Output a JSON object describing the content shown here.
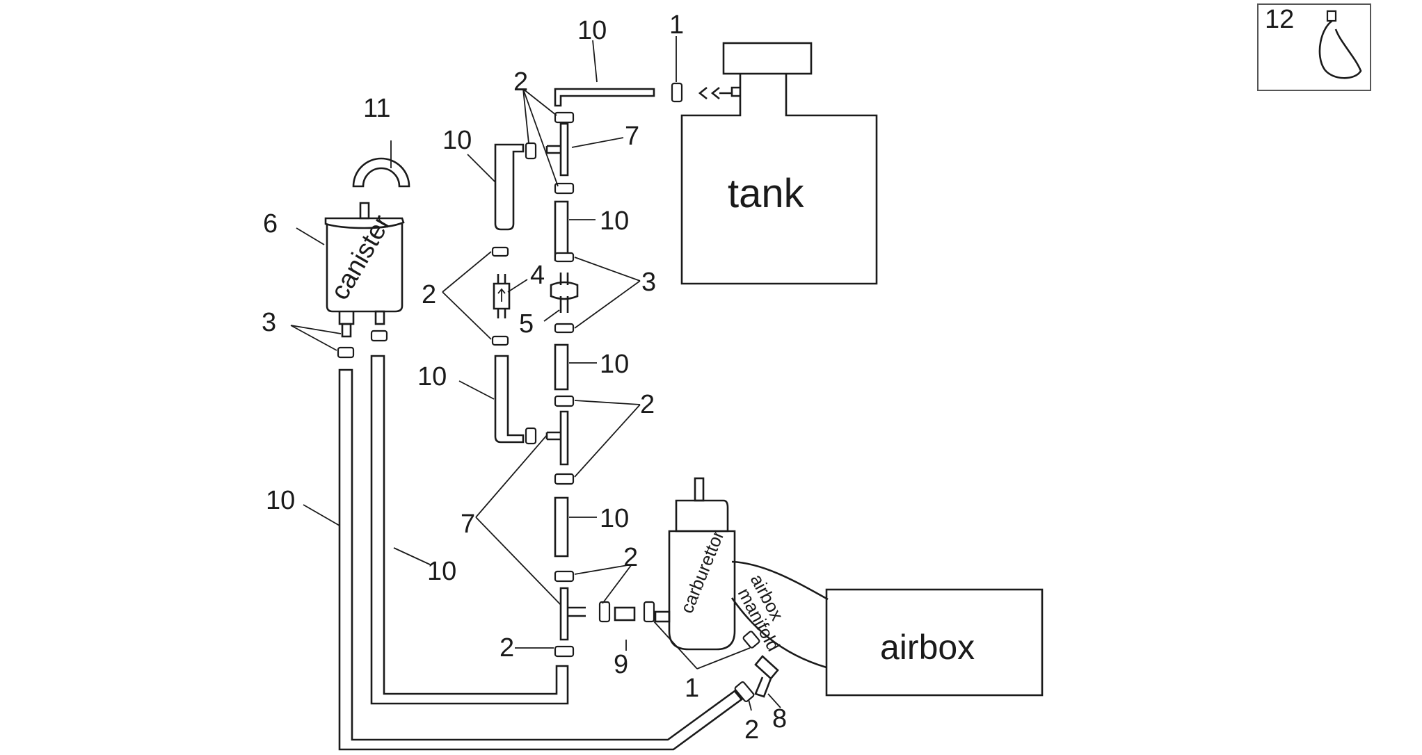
{
  "labels": {
    "tank": "tank",
    "airbox": "airbox",
    "canister": "canister",
    "carburettor": "carburettor",
    "airbox_manifold_line1": "airbox",
    "airbox_manifold_line2": "manifold"
  },
  "callouts": {
    "n1_top": "1",
    "n1_bottom": "1",
    "n2_top": "2",
    "n2_left": "2",
    "n2_mid": "2",
    "n2_lower": "2",
    "n2_bottom_left": "2",
    "n2_bottom_right": "2",
    "n3_left": "3",
    "n3_right": "3",
    "n4": "4",
    "n5": "5",
    "n6": "6",
    "n7_top": "7",
    "n7_bottom": "7",
    "n8": "8",
    "n9": "9",
    "n10_top": "10",
    "n10_left_upper": "10",
    "n10_center_1": "10",
    "n10_left_mid": "10",
    "n10_center_2": "10",
    "n10_center_3": "10",
    "n10_long_left": "10",
    "n10_long_right": "10",
    "n11": "11",
    "n12": "12"
  }
}
